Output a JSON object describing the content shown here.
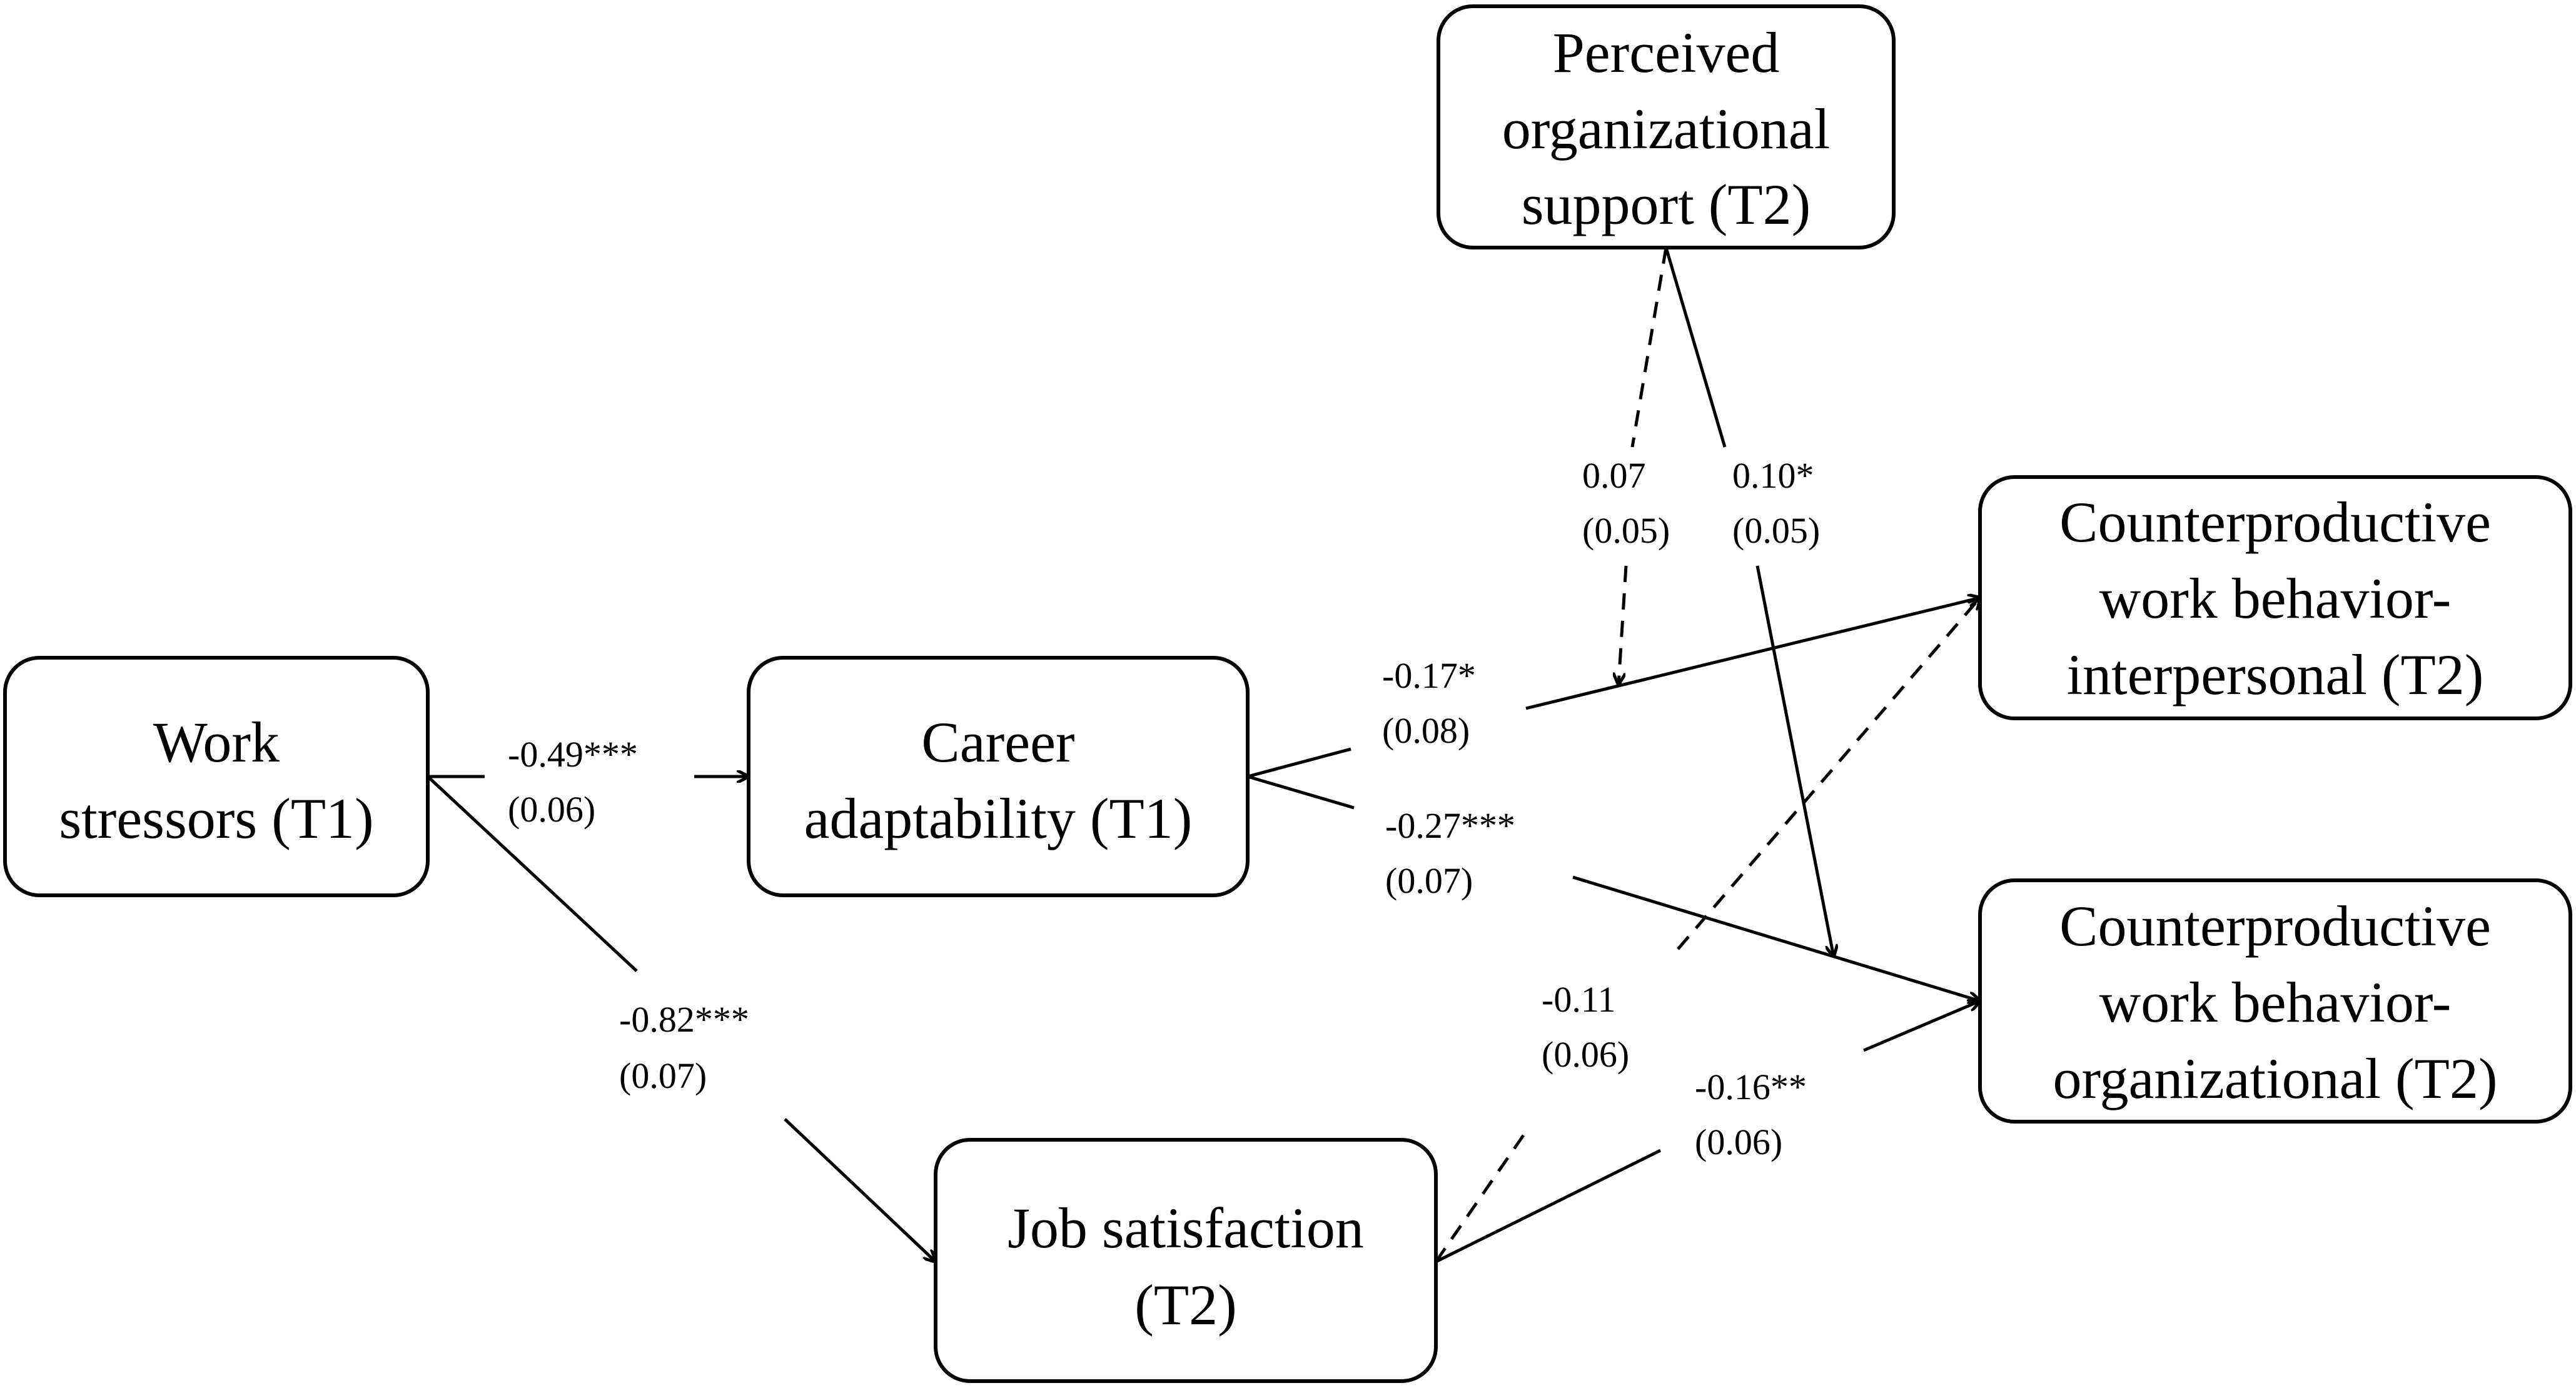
{
  "nodes": {
    "work_stressors": {
      "lines": [
        "Work",
        "stressors (T1)"
      ]
    },
    "career_adaptability": {
      "lines": [
        "Career",
        "adaptability (T1)"
      ]
    },
    "job_satisfaction": {
      "lines": [
        "Job satisfaction",
        "(T2)"
      ]
    },
    "pos": {
      "lines": [
        "Perceived",
        "organizational",
        "support (T2)"
      ]
    },
    "cwb_i": {
      "lines": [
        "Counterproductive",
        "work behavior-",
        "interpersonal (T2)"
      ]
    },
    "cwb_o": {
      "lines": [
        "Counterproductive",
        "work behavior-",
        "organizational (T2)"
      ]
    }
  },
  "paths": {
    "ws_ca": {
      "coef": "-0.49***",
      "se": "(0.06)"
    },
    "ws_js": {
      "coef": "-0.82***",
      "se": "(0.07)"
    },
    "ca_cwbi": {
      "coef": "-0.17*",
      "se": "(0.08)"
    },
    "ca_cwbo": {
      "coef": "-0.27***",
      "se": "(0.07)"
    },
    "pos_mod_ca_cwbi": {
      "coef": "0.07",
      "se": "(0.05)"
    },
    "pos_mod_ca_cwbo": {
      "coef": "0.10*",
      "se": "(0.05)"
    },
    "js_cwbi": {
      "coef": "-0.11",
      "se": "(0.06)"
    },
    "js_cwbo": {
      "coef": "-0.16**",
      "se": "(0.06)"
    }
  }
}
